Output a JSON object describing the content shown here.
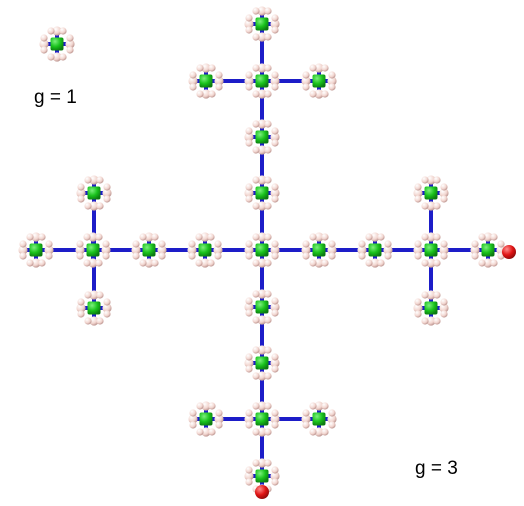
{
  "labels": {
    "small": "g = 1",
    "large": "g = 3"
  },
  "colors": {
    "background": "#ffffff",
    "core_node": "#19c21c",
    "core_node_highlight": "#7cf07e",
    "bond": "#1d1dc8",
    "leaf_node": "#f2d6d0",
    "leaf_node_highlight": "#ffffff",
    "terminal_node": "#e01414",
    "label_text": "#000000"
  },
  "structure": {
    "type": "fractal-cross-tree",
    "generations_shown": [
      1,
      3
    ],
    "terminal_node_count": 2
  }
}
